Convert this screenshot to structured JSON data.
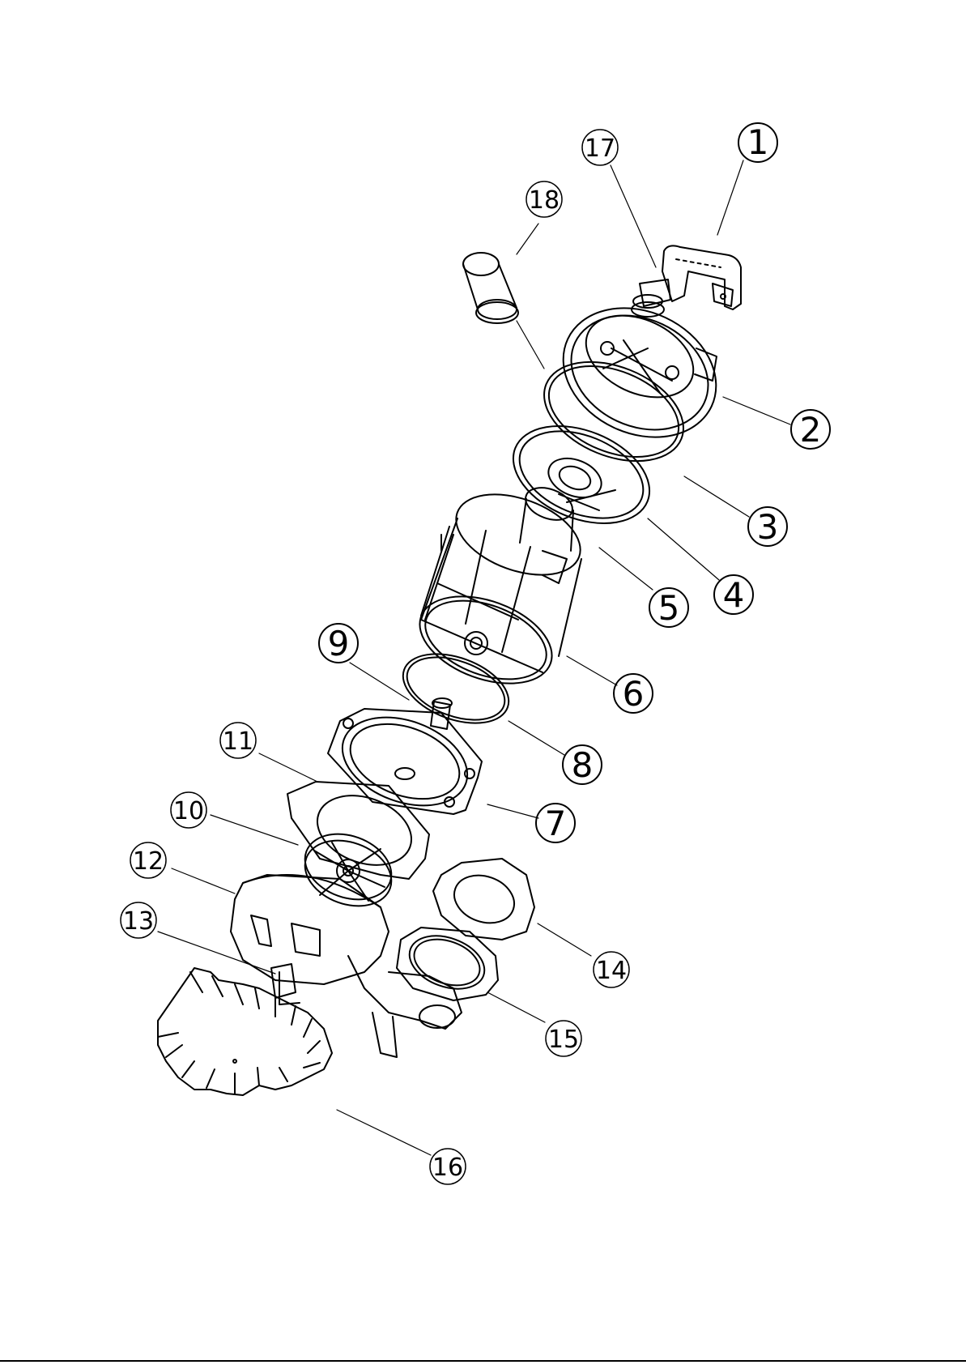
{
  "diagram": {
    "labels": [
      {
        "id": "1",
        "text": "1"
      },
      {
        "id": "2",
        "text": "2"
      },
      {
        "id": "3",
        "text": "3"
      },
      {
        "id": "4",
        "text": "4"
      },
      {
        "id": "5",
        "text": "5"
      },
      {
        "id": "6",
        "text": "6"
      },
      {
        "id": "7",
        "text": "7"
      },
      {
        "id": "8",
        "text": "8"
      },
      {
        "id": "9",
        "text": "9"
      },
      {
        "id": "10",
        "text": "10"
      },
      {
        "id": "11",
        "text": "11"
      },
      {
        "id": "12",
        "text": "12"
      },
      {
        "id": "13",
        "text": "13"
      },
      {
        "id": "14",
        "text": "14"
      },
      {
        "id": "15",
        "text": "15"
      },
      {
        "id": "16",
        "text": "16"
      },
      {
        "id": "17",
        "text": "17"
      },
      {
        "id": "18",
        "text": "18"
      }
    ]
  }
}
